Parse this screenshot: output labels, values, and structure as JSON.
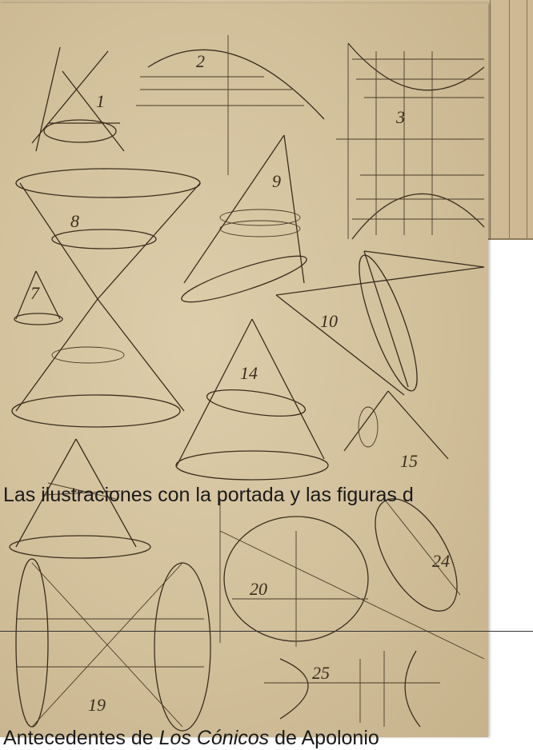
{
  "caption": "Las ilustraciones con la portada y las figuras d",
  "footer": {
    "prefix": "Antecedentes de ",
    "italic": "Los Cónicos",
    "suffix": " de Apolonio"
  },
  "figure_labels": [
    "1",
    "2",
    "3",
    "7",
    "8",
    "9",
    "10",
    "14",
    "15",
    "19",
    "20",
    "24",
    "25"
  ],
  "colors": {
    "paper": "#d2c09b",
    "ink": "#3b2d1e",
    "text": "#1a1a1a"
  }
}
